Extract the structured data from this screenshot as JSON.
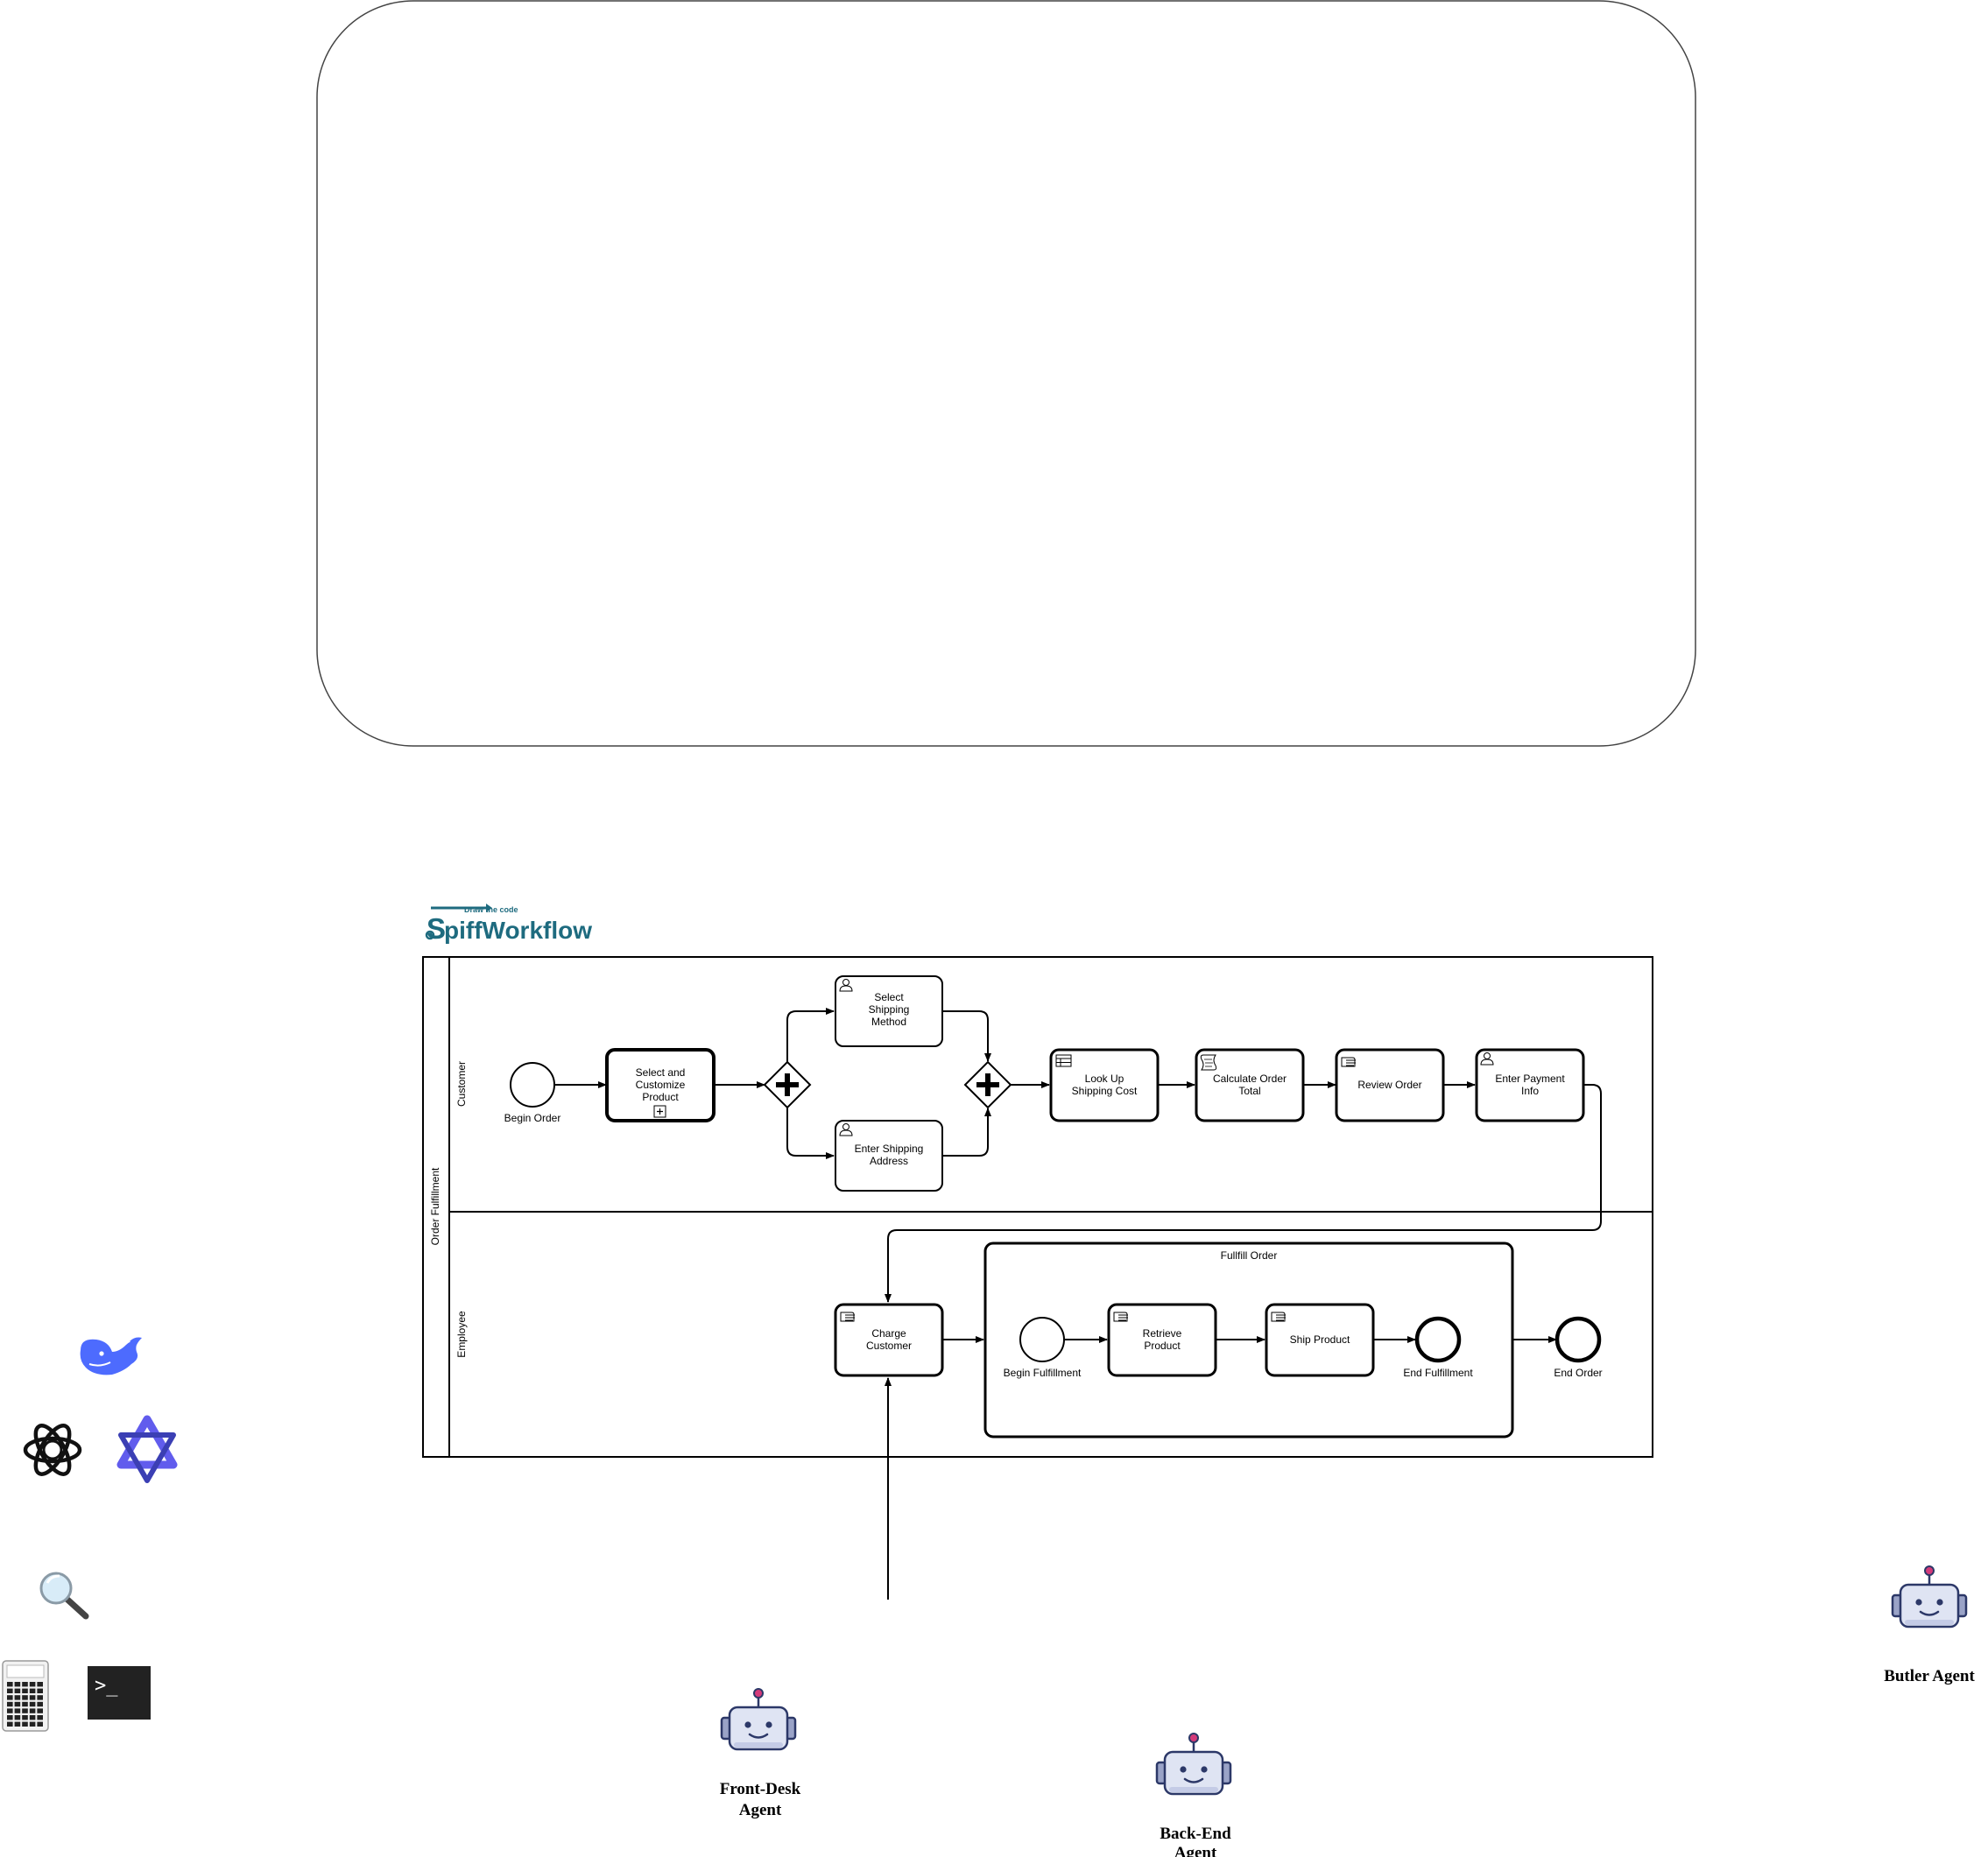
{
  "brand": {
    "tagline": "Draw the code",
    "name_s": "S",
    "name_rest": "piffWorkflow"
  },
  "pool": {
    "label": "Order Fulfillment",
    "lanes": [
      "Customer",
      "Employee"
    ]
  },
  "events": {
    "begin_order": "Begin Order",
    "begin_fulfillment": "Begin Fulfillment",
    "end_fulfillment": "End Fulfillment",
    "end_order": "End Order"
  },
  "tasks": {
    "select_customize": [
      "Select and",
      "Customize",
      "Product"
    ],
    "select_shipping": [
      "Select",
      "Shipping",
      "Method"
    ],
    "enter_shipping": [
      "Enter Shipping",
      "Address"
    ],
    "lookup_cost": [
      "Look Up",
      "Shipping Cost"
    ],
    "calc_total": [
      "Calculate Order",
      "Total"
    ],
    "review_order": [
      "Review Order"
    ],
    "enter_payment": [
      "Enter Payment",
      "Info"
    ],
    "charge_customer": [
      "Charge",
      "Customer"
    ],
    "retrieve_product": [
      "Retrieve",
      "Product"
    ],
    "ship_product": [
      "Ship Product"
    ]
  },
  "subprocess": {
    "label": "Fullfill Order"
  },
  "agents": {
    "front_desk": [
      "Front-Desk",
      "Agent"
    ],
    "back_end": [
      "Back-End",
      "Agent"
    ],
    "butler": [
      "Butler Agent"
    ]
  },
  "tool_icons": [
    "deepseek-icon",
    "openai-icon",
    "qwen-icon",
    "search-icon",
    "calculator-icon",
    "terminal-icon"
  ],
  "colors": {
    "brand_teal": "#1e6b7f",
    "robot_body": "#dfe4f3",
    "robot_stroke": "#2c3868",
    "robot_antenna": "#d43a7a",
    "deepseek_blue": "#4d6bfe",
    "qwen_purple": "#615ced"
  }
}
